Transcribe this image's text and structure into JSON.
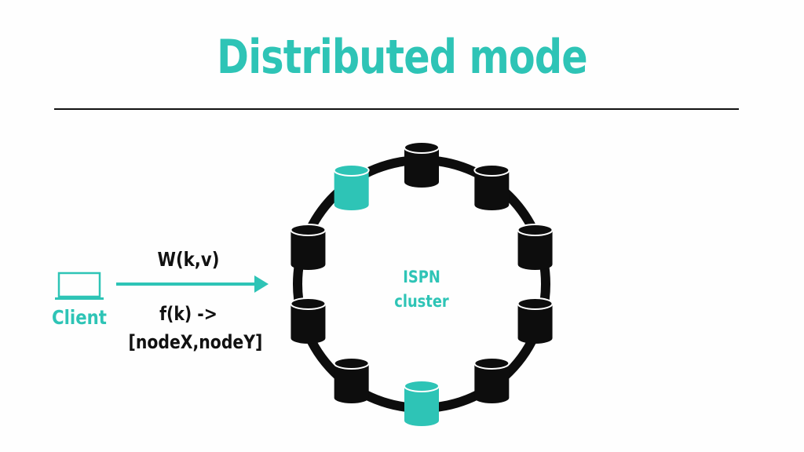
{
  "title": "Distributed mode",
  "client": {
    "label": "Client",
    "icon": "laptop-icon"
  },
  "operation": {
    "write_label": "W(k,v)",
    "hash_line1": "f(k) ->",
    "hash_line2": "[nodeX,nodeY]"
  },
  "cluster": {
    "line1": "ISPN",
    "line2": "cluster",
    "node_count": 10,
    "nodes": [
      {
        "name": "node-top",
        "highlighted": false
      },
      {
        "name": "node-top-right",
        "highlighted": false
      },
      {
        "name": "node-right-upper",
        "highlighted": false
      },
      {
        "name": "node-right-lower",
        "highlighted": false
      },
      {
        "name": "node-bottom-right",
        "highlighted": false
      },
      {
        "name": "node-bottom",
        "highlighted": true
      },
      {
        "name": "node-bottom-left",
        "highlighted": false
      },
      {
        "name": "node-left-lower",
        "highlighted": false
      },
      {
        "name": "node-left-upper",
        "highlighted": false
      },
      {
        "name": "node-top-left",
        "highlighted": true
      }
    ]
  },
  "colors": {
    "accent": "#2ec4b6",
    "ink": "#0d0d0d",
    "background": "#fefefe"
  }
}
